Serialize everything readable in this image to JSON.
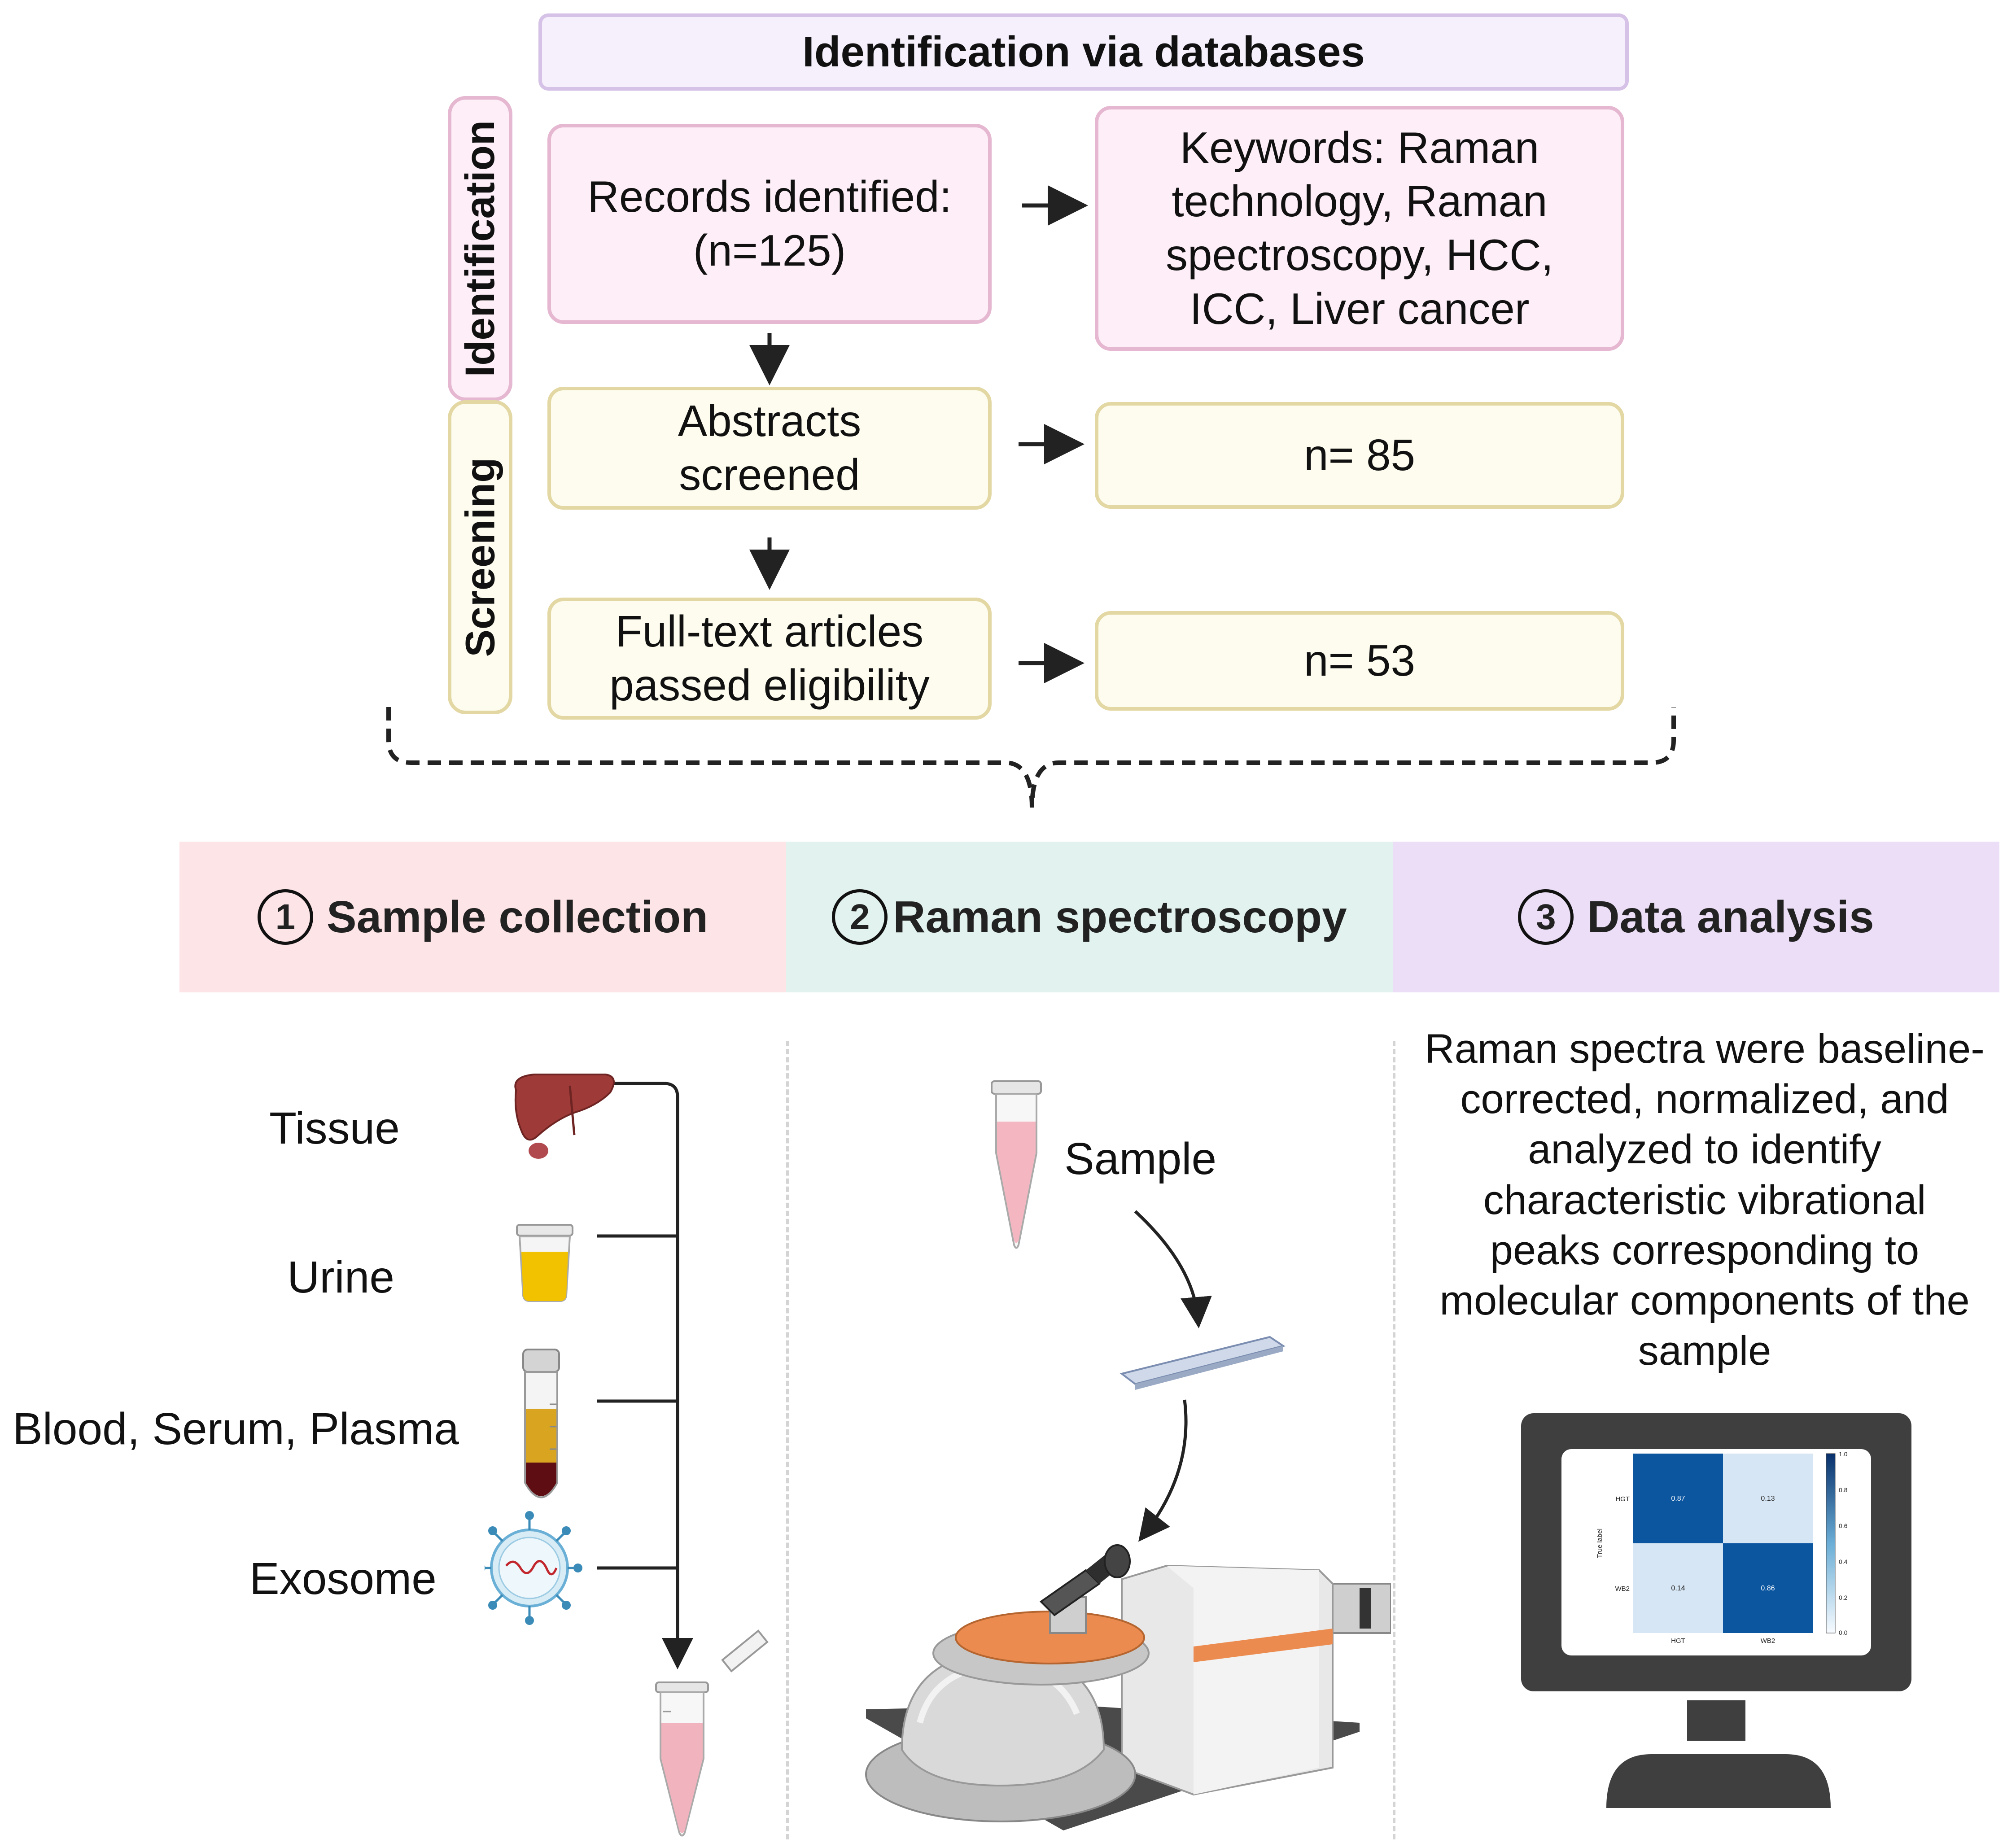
{
  "prisma": {
    "header": "Identification via databases",
    "stage_identification": "Identification",
    "stage_screening": "Screening",
    "records_identified_line1": "Records identified:",
    "records_identified_line2": "(n=125)",
    "keywords_line1": "Keywords: Raman",
    "keywords_line2": "technology, Raman",
    "keywords_line3": "spectroscopy, HCC,",
    "keywords_line4": "ICC, Liver cancer",
    "abstracts_line1": "Abstracts",
    "abstracts_line2": "screened",
    "abstracts_count": "n= 85",
    "fulltext_line1": "Full-text articles",
    "fulltext_line2": "passed eligibility",
    "fulltext_count": "n= 53"
  },
  "workflow": {
    "step1_number": "1",
    "step1_title": "Sample collection",
    "step2_number": "2",
    "step2_title": "Raman spectroscopy",
    "step3_number": "3",
    "step3_title": "Data analysis",
    "sample_types": [
      "Tissue",
      "Urine",
      "Blood, Serum, Plasma",
      "Exosome"
    ],
    "sample_label": "Sample",
    "analysis_lines": [
      "Raman spectra were baseline-",
      "corrected, normalized, and",
      "analyzed to identify",
      "characteristic vibrational",
      "peaks corresponding to",
      "molecular components of the",
      "sample"
    ]
  },
  "confusion_matrix": {
    "ylabel": "True label",
    "row_labels": [
      "HGT",
      "WB2"
    ],
    "col_labels": [
      "HGT",
      "WB2"
    ],
    "values": [
      [
        "0.87",
        "0.13"
      ],
      [
        "0.14",
        "0.86"
      ]
    ],
    "colorbar_ticks": [
      "1.0",
      "0.8",
      "0.6",
      "0.4",
      "0.2",
      "0.0"
    ]
  },
  "colors": {
    "band1": "#fde4e6",
    "band2": "#e2f2ee",
    "band3": "#ebdef6",
    "pink_fill": "#fdeef7",
    "cream_fill": "#fdfcee",
    "matrix_dark": "#0c56a0",
    "matrix_light": "#d6e6f4"
  }
}
